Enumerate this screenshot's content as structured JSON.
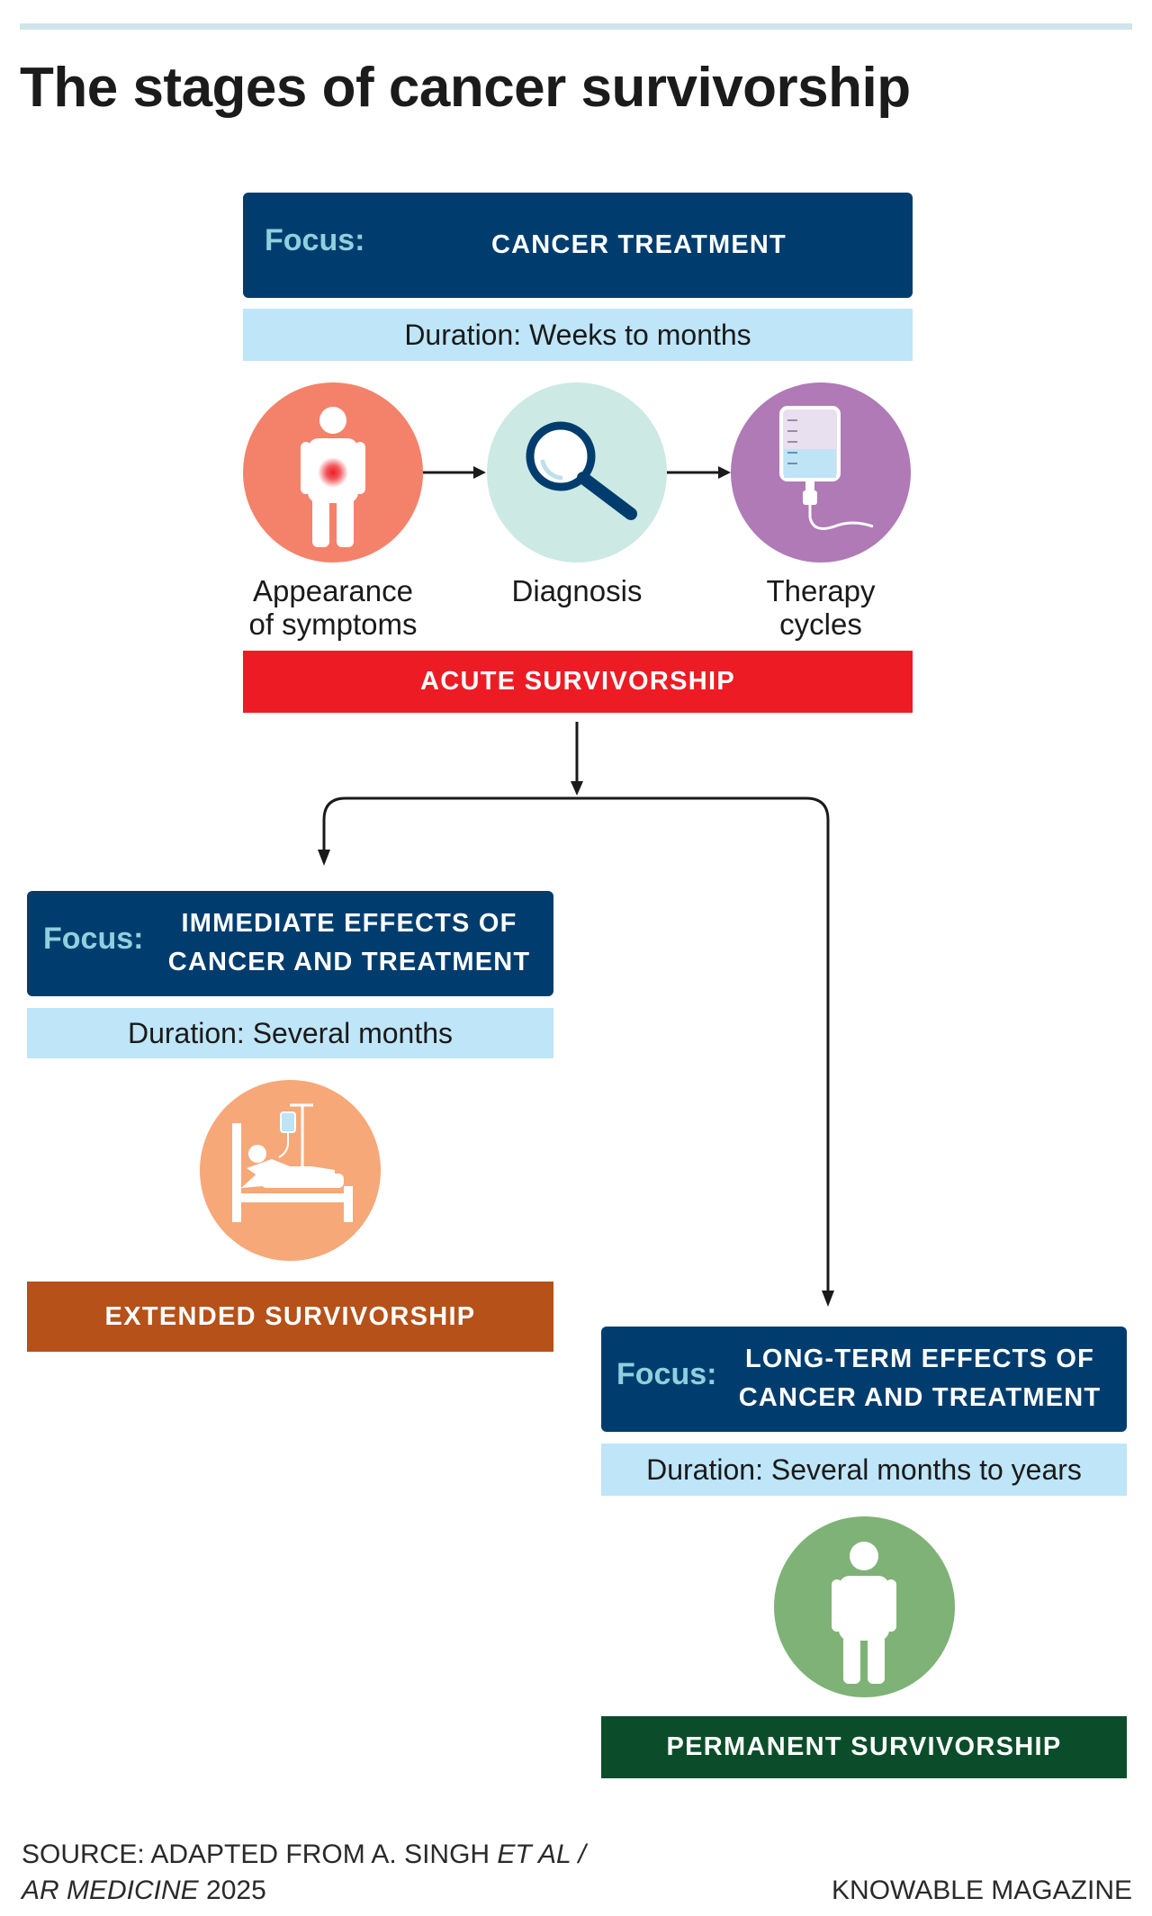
{
  "title": "The stages of cancer survivorship",
  "colors": {
    "navy": "#003d6e",
    "light_blue": "#bee5f8",
    "focus_label": "#8fd0df",
    "acute_red": "#ed1c24",
    "extended_orange": "#b55119",
    "permanent_green": "#0b4d2a",
    "symptoms_circle": "#f4826a",
    "diagnosis_circle": "#cce9e4",
    "therapy_circle": "#af7ab6",
    "extended_circle": "#f6a879",
    "permanent_circle": "#7fb276"
  },
  "acute": {
    "focus_label": "Focus:",
    "focus_text": "CANCER TREATMENT",
    "duration": "Duration: Weeks to months",
    "steps": [
      {
        "label_line1": "Appearance",
        "label_line2": "of symptoms",
        "icon": "person-pain-icon"
      },
      {
        "label_line1": "Diagnosis",
        "label_line2": "",
        "icon": "magnifier-icon"
      },
      {
        "label_line1": "Therapy",
        "label_line2": "cycles",
        "icon": "iv-bag-icon"
      }
    ],
    "stage": "ACUTE SURVIVORSHIP"
  },
  "extended": {
    "focus_label": "Focus:",
    "focus_line1": "IMMEDIATE EFFECTS OF",
    "focus_line2": "CANCER AND TREATMENT",
    "duration": "Duration: Several months",
    "icon": "hospital-bed-icon",
    "stage": "EXTENDED SURVIVORSHIP"
  },
  "permanent": {
    "focus_label": "Focus:",
    "focus_line1": "LONG-TERM EFFECTS OF",
    "focus_line2": "CANCER AND TREATMENT",
    "duration": "Duration: Several months to years",
    "icon": "person-icon",
    "stage": "PERMANENT SURVIVORSHIP"
  },
  "footer": {
    "source_line1_a": "SOURCE: ADAPTED FROM A. SINGH ",
    "source_line1_b": "ET AL /",
    "source_line2_a": "AR MEDICINE",
    "source_line2_b": " 2025",
    "credit": "KNOWABLE MAGAZINE"
  }
}
